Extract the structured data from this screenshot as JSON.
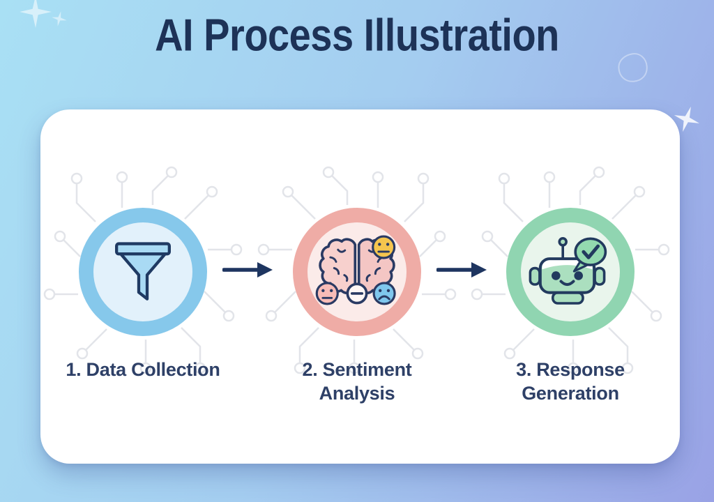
{
  "title": "AI Process Illustration",
  "card": {
    "steps": [
      {
        "label": "1. Data Collection",
        "icon": "funnel-icon",
        "ring_color": "#86c8eb",
        "inner_color": "#e2f1fb",
        "icon_fill": "#a9daf4"
      },
      {
        "label": "2. Sentiment\nAnalysis",
        "icon": "brain-sentiment-icon",
        "ring_color": "#efaca6",
        "inner_color": "#fbebe9",
        "icon_fill": "#f6cdca",
        "emoji_colors": {
          "positive": "#f5c54e",
          "neutral": "#f8bcb7",
          "negative": "#7fc7ed"
        }
      },
      {
        "label": "3. Response\nGeneration",
        "icon": "robot-checkmark-icon",
        "ring_color": "#90d5b1",
        "inner_color": "#e9f5ec",
        "icon_fill": "#abdfbf",
        "bubble_color": "#93daaf"
      }
    ],
    "arrow_color": "#1e3560"
  },
  "colors": {
    "background_gradient_start": "#a8def3",
    "background_gradient_end": "#9aa3e6",
    "title_text": "#1d3257",
    "card_background": "#ffffff",
    "label_text": "#2e4067",
    "outline_navy": "#2a3a63",
    "circuit_lines": "#e2e4e9"
  },
  "decorations": [
    "sparkle-icon",
    "sparkle-icon",
    "sparkle-icon",
    "circle-doodle",
    "circuit-pattern"
  ]
}
